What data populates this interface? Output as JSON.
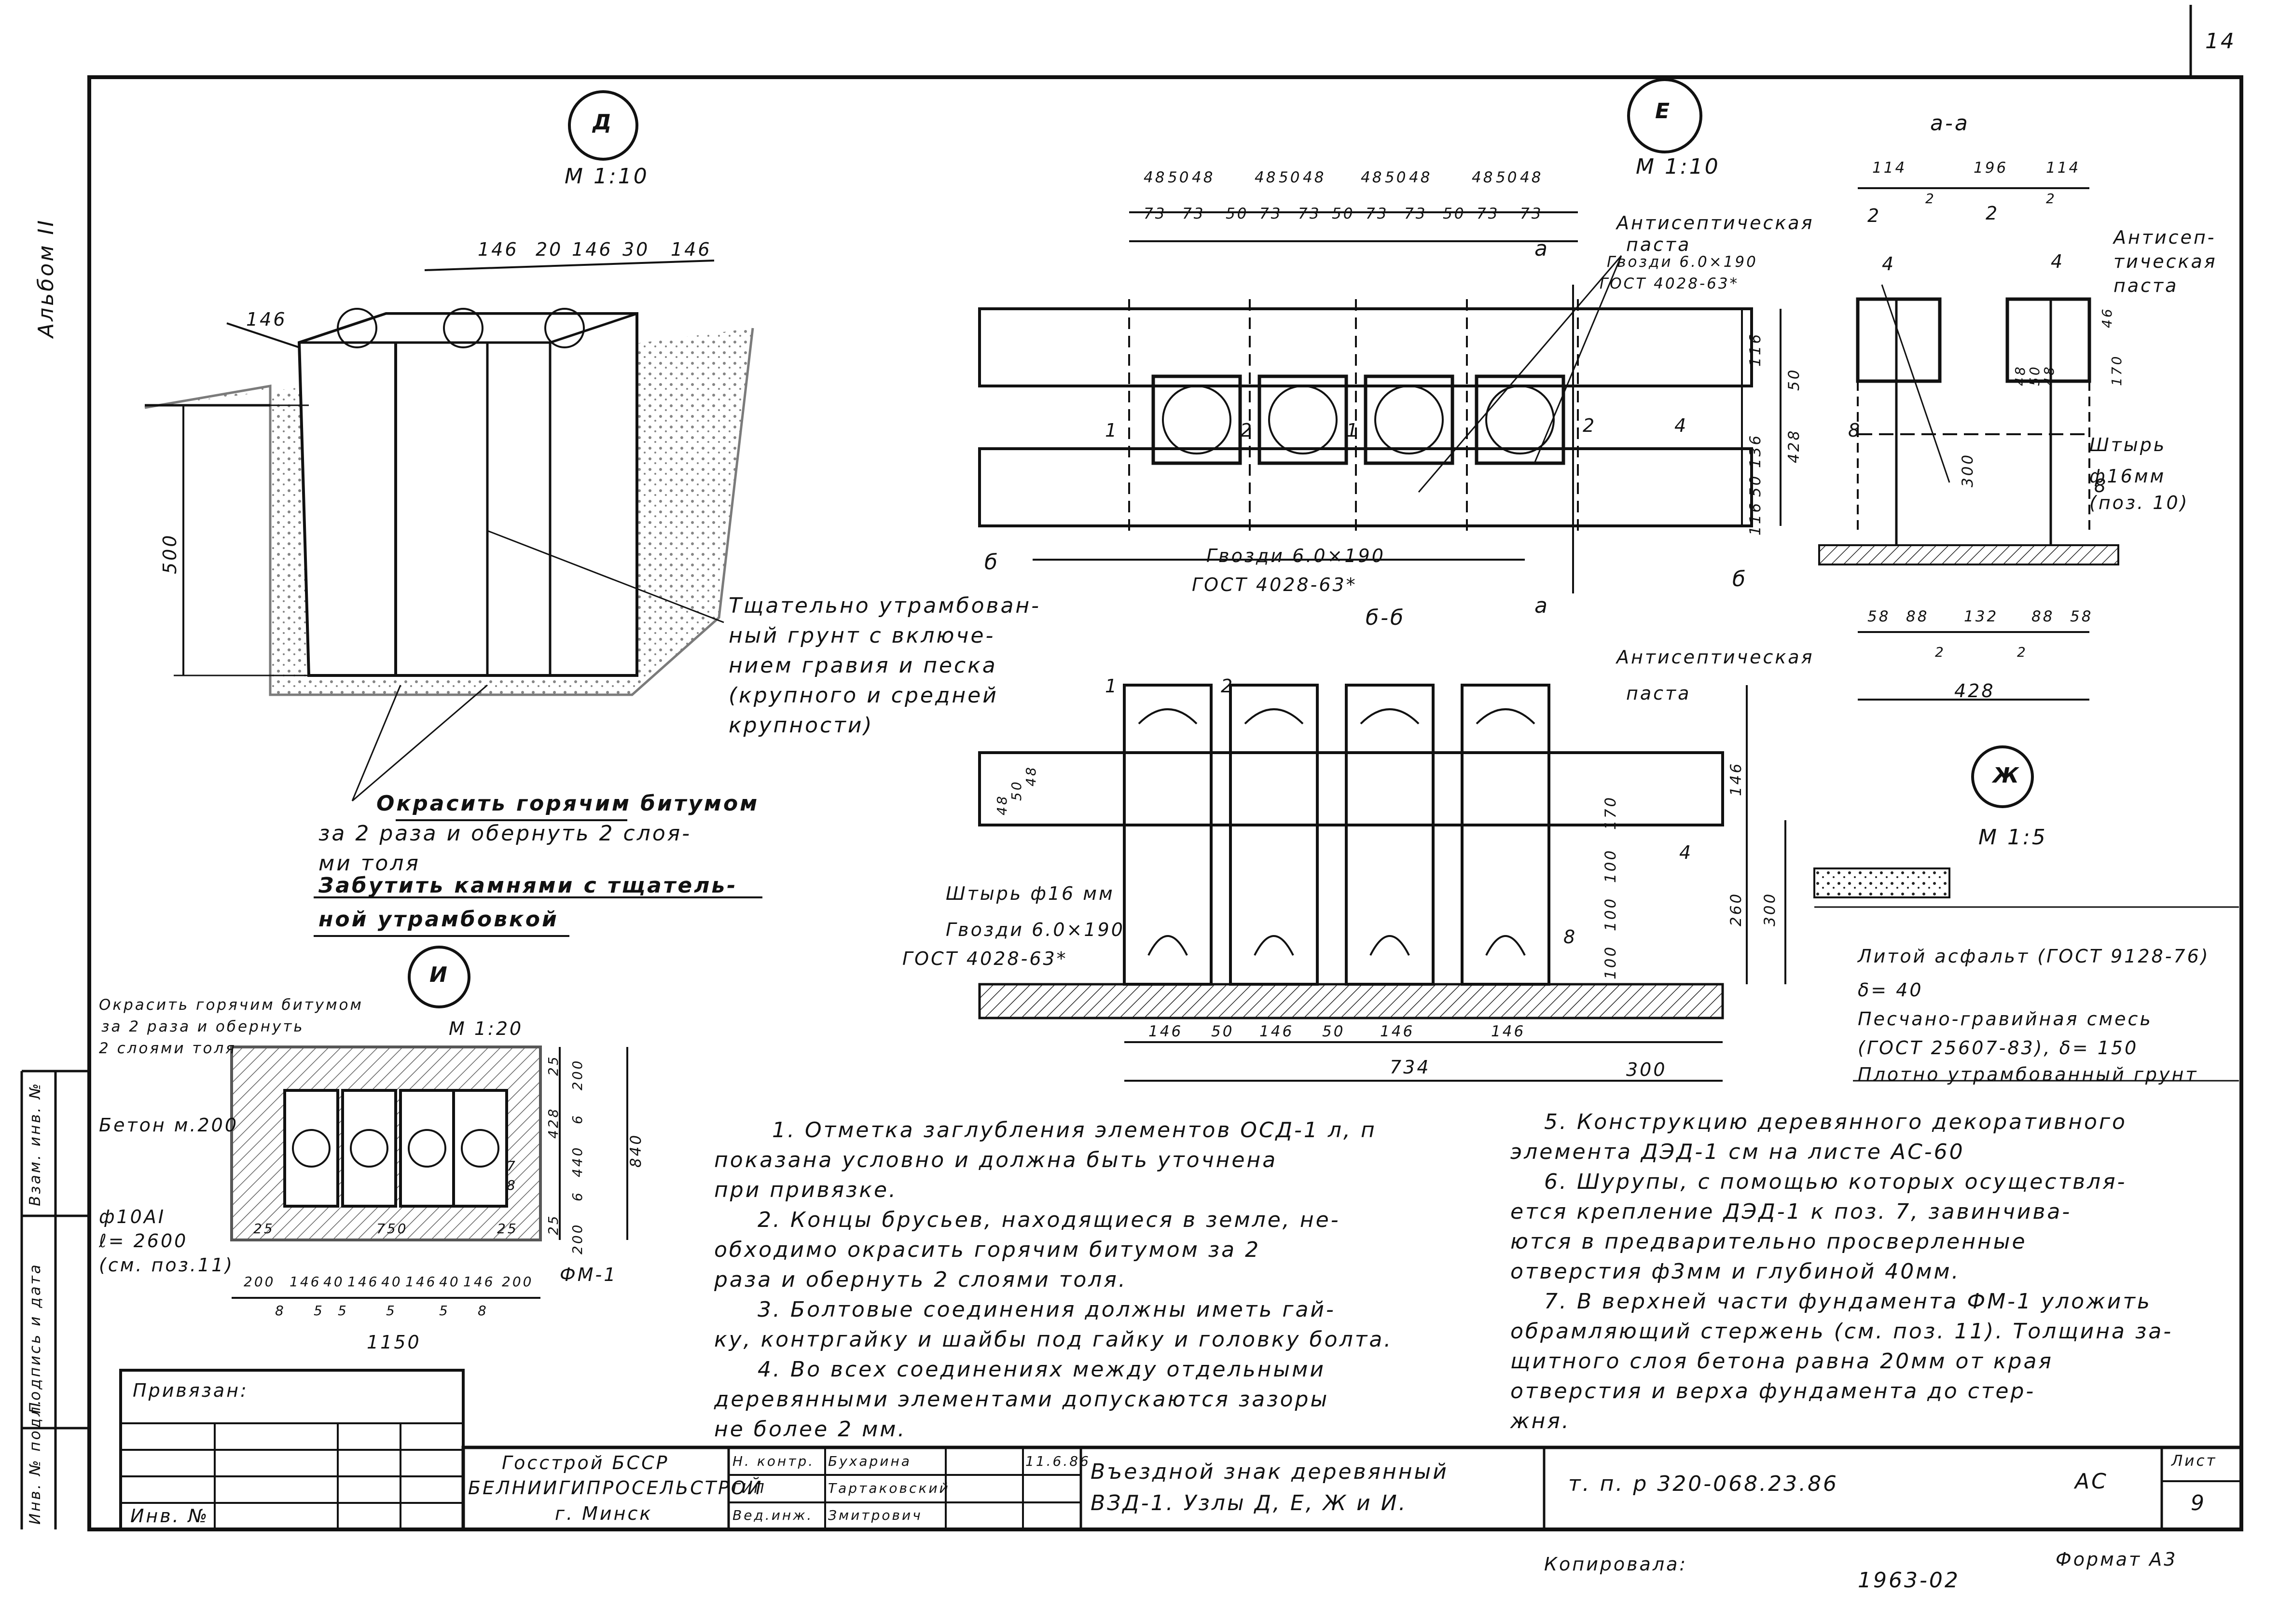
{
  "sheet": {
    "page_number": "14",
    "album": "Альбом II",
    "format": "Формат А3",
    "copied_by_label": "Копировала:",
    "copy_number": "1963-02",
    "bound_label": "Привязан:",
    "inv_label": "Инв. №",
    "side_labels": [
      "Взам. инв. №",
      "Подпись и дата",
      "Инв. № подл."
    ]
  },
  "views": {
    "D": {
      "label": "Д",
      "scale": "М 1:10",
      "dims_top": [
        "146",
        "20",
        "146",
        "30",
        "146"
      ],
      "dim_side": "146",
      "dim_height": "500"
    },
    "E": {
      "label": "Е",
      "scale": "М 1:10",
      "dims_top_a": [
        "48",
        "50",
        "48",
        "48",
        "50",
        "48",
        "48",
        "50",
        "48",
        "48",
        "50",
        "48"
      ],
      "dims_top_b": [
        "73",
        "73",
        "50",
        "73",
        "73",
        "50",
        "73",
        "73",
        "50",
        "73",
        "73"
      ],
      "dims_side": [
        "116",
        "136",
        "50",
        "116",
        "50",
        "428"
      ],
      "cut_a": "а",
      "cut_b": "б"
    },
    "aa": {
      "label": "а-а",
      "dims_top": [
        "114",
        "196",
        "114"
      ],
      "dims_bottom": [
        "58",
        "88",
        "132",
        "88",
        "58"
      ],
      "total": "428",
      "dims_side": [
        "46",
        "170",
        "48",
        "50",
        "48",
        "300"
      ],
      "small": [
        "2",
        "2",
        "2",
        "2"
      ]
    },
    "bb": {
      "label": "б-б",
      "dims_bottom": [
        "146",
        "50",
        "146",
        "50",
        "146",
        "146"
      ],
      "total": "734",
      "extra": "300",
      "dims_side": [
        "146",
        "170",
        "48",
        "50",
        "48",
        "100",
        "100",
        "100",
        "260",
        "300"
      ]
    },
    "Zh": {
      "label": "Ж",
      "scale": "М 1:5"
    },
    "I": {
      "label": "И",
      "scale": "М 1:20",
      "dims_bottom": [
        "200",
        "146",
        "40",
        "146",
        "40",
        "146",
        "40",
        "146",
        "200"
      ],
      "dims_bottom_small": [
        "8",
        "5",
        "5",
        "5",
        "5",
        "8"
      ],
      "total": "1150",
      "dims_side": [
        "25",
        "200",
        "428",
        "6",
        "440",
        "840",
        "6",
        "25",
        "200"
      ],
      "inner": [
        "25",
        "750",
        "25"
      ]
    }
  },
  "callouts": {
    "d_ground": [
      "Тщательно утрамбован-",
      "ный грунт с включе-",
      "нием гравия и песка",
      "(крупного и средней",
      "крупности)"
    ],
    "d_bitumen": [
      "Окрасить горячим битумом",
      "за 2 раза и обернуть 2 слоя-",
      "ми толя"
    ],
    "d_stones": [
      "Забутить камнями с тщатель-",
      "ной утрамбовкой"
    ],
    "e_paste": [
      "Антисептическая",
      "паста"
    ],
    "e_nails_top": [
      "Гвозди 6.0×190",
      "ГОСТ 4028-63*"
    ],
    "e_nails_bottom": [
      "Гвозди 6.0×190",
      "ГОСТ 4028-63*"
    ],
    "aa_paste": [
      "Антисеп-",
      "тическая",
      "паста"
    ],
    "aa_pin": [
      "Штырь",
      "ф16мм",
      "(поз. 10)"
    ],
    "bb_paste": [
      "Антисептическая",
      "паста"
    ],
    "bb_pin": "Штырь ф16 мм",
    "bb_nails": [
      "Гвозди 6.0×190",
      "ГОСТ 4028-63*"
    ],
    "zh_layers": [
      "Литой асфальт (ГОСТ 9128-76)",
      "δ= 40",
      "Песчано-гравийная смесь",
      "(ГОСТ 25607-83), δ= 150",
      "Плотно утрамбованный грунт"
    ],
    "i_bitumen": [
      "Окрасить горячим битумом",
      "за 2 раза и обернуть",
      "2 слоями толя"
    ],
    "i_concrete": "Бетон м.200",
    "i_rebar": [
      "ф10АI",
      "ℓ= 2600",
      "(см. поз.11)"
    ],
    "i_fm": "ФМ-1",
    "position_numbers": [
      "1",
      "2",
      "1",
      "2",
      "4",
      "8",
      "2",
      "4",
      "2",
      "4",
      "8",
      "1",
      "2",
      "4",
      "8",
      "7",
      "8"
    ]
  },
  "notes": {
    "left": [
      "1. Отметка заглубления элементов ОСД-1 л, п",
      "показана условно и должна быть уточнена",
      "при привязке.",
      "2. Концы брусьев, находящиеся в земле, не-",
      "обходимо окрасить горячим битумом за 2",
      "раза и обернуть 2 слоями толя.",
      "3. Болтовые соединения должны иметь гай-",
      "ку, контргайку и шайбы под гайку и головку болта.",
      "4. Во всех соединениях между отдельными",
      "деревянными элементами допускаются зазоры",
      "не более 2 мм."
    ],
    "right": [
      "5. Конструкцию деревянного декоративного",
      "элемента ДЭД-1 см на листе АС-60",
      "6. Шурупы, с помощью которых осуществля-",
      "ется крепление ДЭД-1 к поз. 7, завинчива-",
      "ются в предварительно просверленные",
      "отверстия ф3мм и глубиной 40мм.",
      "7. В верхней части фундамента ФМ-1 уложить",
      "обрамляющий стержень (см. поз. 11). Толщина за-",
      "щитного слоя бетона равна 20мм от края",
      "отверстия и верха фундамента до стер-",
      "жня."
    ]
  },
  "title_block": {
    "org": [
      "Госстрой БССР",
      "БЕЛНИИГИПРОСЕЛЬСТРОЙ",
      "г. Минск"
    ],
    "roles": [
      {
        "role": "Н. контр.",
        "name": "Бухарина",
        "date": "11.6.86"
      },
      {
        "role": "ГИП",
        "name": "Тартаковский",
        "date": ""
      },
      {
        "role": "Вед.инж.",
        "name": "Змитрович",
        "date": ""
      }
    ],
    "title": [
      "Въездной знак деревянный",
      "ВЗД-1. Узлы Д, Е, Ж и И."
    ],
    "code": "т. п. р 320-068.23.86",
    "stage": "АС",
    "sheet_label": "Лист",
    "sheet_no": "9"
  }
}
